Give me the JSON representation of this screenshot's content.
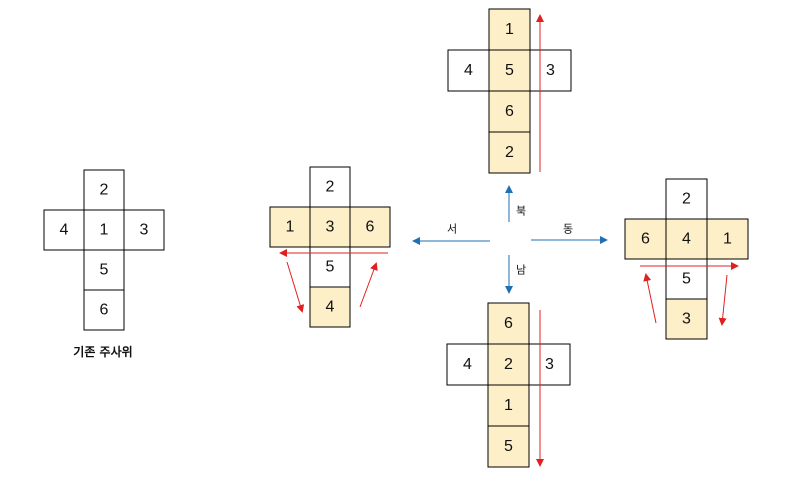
{
  "caption": "기존 주사위",
  "directions": {
    "north": "북",
    "south": "남",
    "west": "서",
    "east": "동"
  },
  "colors": {
    "highlight": "#fdefc8",
    "red_arrow": "#e02020",
    "blue_arrow": "#1f6fb5",
    "border": "#000000"
  },
  "nets": [
    {
      "id": "original",
      "top": "2",
      "left": "4",
      "center": "1",
      "right": "3",
      "below1": "5",
      "below2": "6",
      "highlight": []
    },
    {
      "id": "north",
      "top": "1",
      "left": "4",
      "center": "5",
      "right": "3",
      "below1": "6",
      "below2": "2",
      "highlight": [
        "top",
        "center",
        "below1",
        "below2"
      ]
    },
    {
      "id": "west",
      "top": "2",
      "left": "1",
      "center": "3",
      "right": "6",
      "below1": "5",
      "below2": "4",
      "highlight": [
        "left",
        "center",
        "right",
        "below2"
      ]
    },
    {
      "id": "east",
      "top": "2",
      "left": "6",
      "center": "4",
      "right": "1",
      "below1": "5",
      "below2": "3",
      "highlight": [
        "left",
        "center",
        "right",
        "below2"
      ]
    },
    {
      "id": "south",
      "top": "6",
      "left": "4",
      "center": "2",
      "right": "3",
      "below1": "1",
      "below2": "5",
      "highlight": [
        "top",
        "center",
        "below1",
        "below2"
      ]
    }
  ]
}
